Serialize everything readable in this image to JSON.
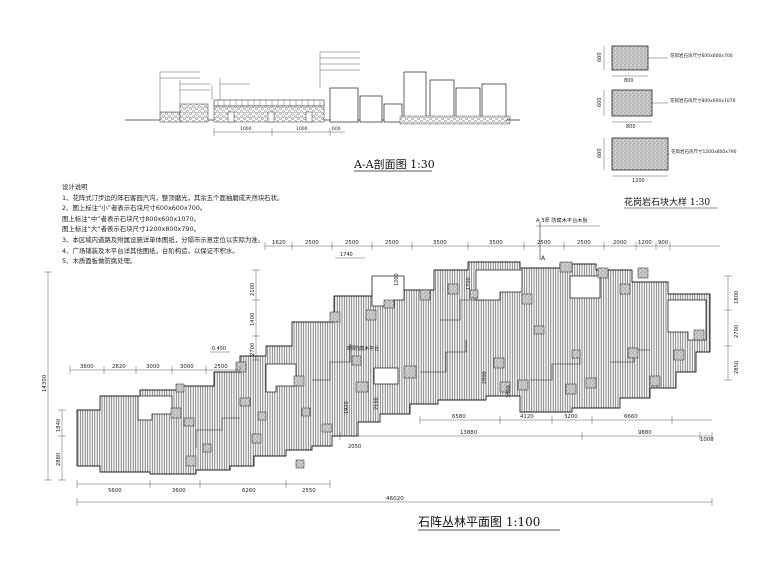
{
  "section": {
    "title": "A-A剖面图  1:30",
    "dims": [
      "1000",
      "1000",
      "600"
    ],
    "callout_lines": [
      "",
      "",
      "",
      "",
      "",
      "",
      "",
      ""
    ]
  },
  "stones": {
    "title": "花岗岩石块大样  1:30",
    "items": [
      {
        "size": "600",
        "width": "800",
        "label": "花岗岩石块尺寸600x600x700"
      },
      {
        "size": "600",
        "width": "800",
        "label": "花岗岩石块尺寸800x600x1070"
      },
      {
        "size": "600",
        "width": "1200",
        "label": "花岗岩石块尺寸1200x800x790"
      }
    ]
  },
  "notes": {
    "title": "设计说明",
    "lines": [
      "1、花阵式汀步边的阵石客园汽沟，整顶磨光，其余五个面抽磨成天然块石状。",
      "2、图上标注“小”者表示石块尺寸600x600x700。",
      "    图上标注“中”者表示石块尺寸800x600x1070。",
      "    图上标注“大”者表示石块尺寸1200x800x790。",
      "3、本区域内道路及附属设施详单体图纸，分隔市示意定位以实际为准。",
      "4、广场铺装及木平台详其他图纸，台阶构造，以保证不积水。",
      "5、木质面板做防腐处理。"
    ]
  },
  "plan": {
    "title": "石阵丛林平面图  1:100",
    "section_callout": "A  3厚  防腐木平台木板",
    "marker_a": "A",
    "elevation": "-0.450",
    "dims_top": [
      "1620",
      "2500",
      "2500",
      "2500",
      "3500",
      "3500",
      "2500",
      "2500",
      "2000",
      "1200",
      "900"
    ],
    "dim_1740": "1740",
    "dims_left": [
      "3600",
      "2820",
      "3000",
      "3000",
      "2500"
    ],
    "dims_left_vertical": [
      "2700",
      "1400",
      "2100"
    ],
    "dims_right_vertical": [
      "1800",
      "2700",
      "2850"
    ],
    "overall_height": "14300",
    "dims_far_left": [
      "1840",
      "2880"
    ],
    "dims_mid": [
      "6580",
      "4120",
      "3200",
      "6660"
    ],
    "dims_lower": [
      "13880",
      "9880",
      "1000"
    ],
    "dim_2050": "2050",
    "dim_1920": "1920",
    "dims_inner": [
      "1200",
      "1700",
      "2800",
      "2100",
      "1800"
    ],
    "dims_bottom": [
      "5600",
      "3600",
      "6260",
      "2550"
    ],
    "overall_width": "46020",
    "deck_label": "3厚防腐木平台"
  }
}
